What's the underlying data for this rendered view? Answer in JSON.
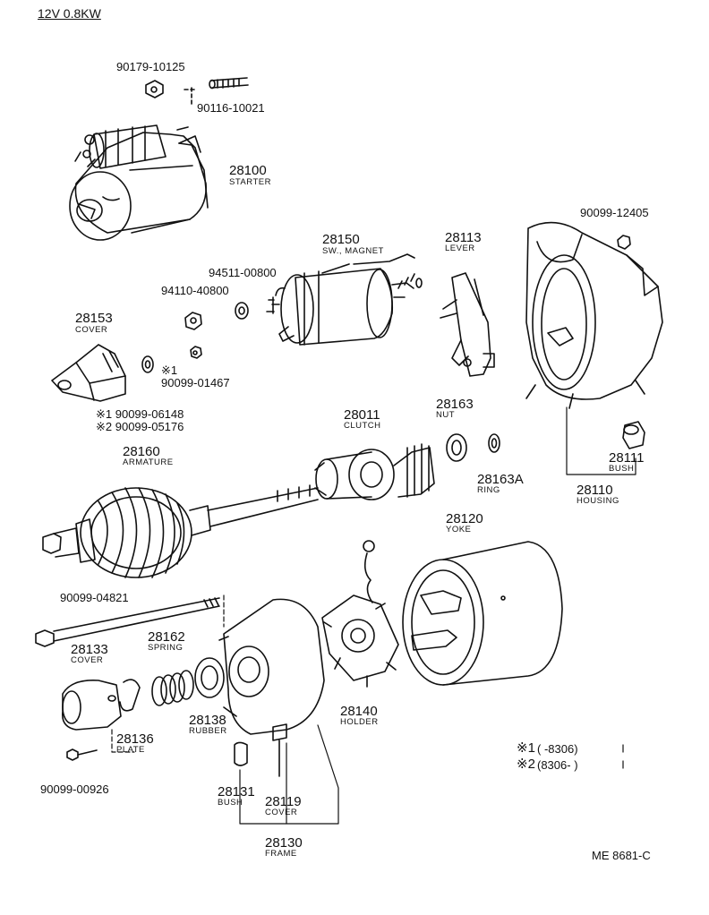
{
  "header": {
    "title": "12V 0.8KW"
  },
  "footer": {
    "code": "ME 8681-C"
  },
  "labels": {
    "p90179": "90179-10125",
    "p90116": "90116-10021",
    "p28100": "28100",
    "p28100_name": "STARTER",
    "p28150": "28150",
    "p28150_name": "SW., MAGNET",
    "p28113": "28113",
    "p28113_name": "LEVER",
    "p90099_12405": "90099-12405",
    "p94511": "94511-00800",
    "p94110": "94110-40800",
    "p28153": "28153",
    "p28153_name": "COVER",
    "mark1_small": "※1",
    "p90099_01467": "90099-01467",
    "p90099_06148": "※1 90099-06148",
    "p90099_05176": "※2 90099-05176",
    "p28011": "28011",
    "p28011_name": "CLUTCH",
    "p28163": "28163",
    "p28163_name": "NUT",
    "p28163A": "28163A",
    "p28163A_name": "RING",
    "p28111": "28111",
    "p28111_name": "BUSH",
    "p28110": "28110",
    "p28110_name": "HOUSING",
    "p28160": "28160",
    "p28160_name": "ARMATURE",
    "p28120": "28120",
    "p28120_name": "YOKE",
    "p90099_04821": "90099-04821",
    "p28162": "28162",
    "p28162_name": "SPRING",
    "p28133": "28133",
    "p28133_name": "COVER",
    "p28138": "28138",
    "p28138_name": "RUBBER",
    "p28140": "28140",
    "p28140_name": "HOLDER",
    "p28136": "28136",
    "p28136_name": "PLATE",
    "p90099_00926": "90099-00926",
    "p28131": "28131",
    "p28131_name": "BUSH",
    "p28119": "28119",
    "p28119_name": "COVER",
    "p28130": "28130",
    "p28130_name": "FRAME"
  },
  "legend": {
    "row1_mark": "※1",
    "row1_text": "(     -8306)",
    "row2_mark": "※2",
    "row2_text": "(8306-      )"
  }
}
